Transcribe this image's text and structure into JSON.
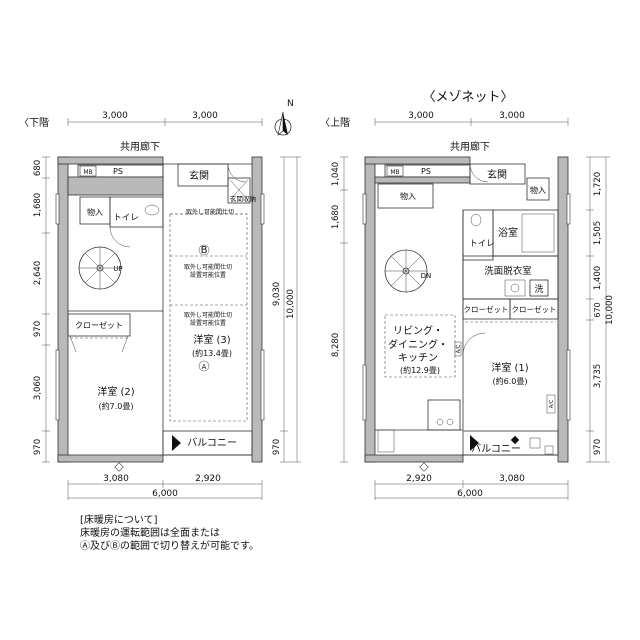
{
  "header": {
    "title": "〈メゾネット〉"
  },
  "lower": {
    "label": "〈下階",
    "corridor": "共用廊下",
    "top_dims": [
      "3,000",
      "3,000"
    ],
    "bottom_dims": [
      "3,080",
      "2,920"
    ],
    "bottom_total": "6,000",
    "left_dims": [
      "680",
      "1,680",
      "2,640",
      "970",
      "3,060",
      "970"
    ],
    "right_dims": [
      "9,030",
      "10,000",
      "970"
    ],
    "mb": "MB",
    "ps": "PS",
    "entrance": "玄関",
    "entrance_storage": "玄関収納",
    "storage": "物入",
    "toilet": "トイレ",
    "stair": "UP",
    "closet": "クローゼット",
    "room2_name": "洋室 (2)",
    "room2_size": "(約7.0畳)",
    "room3_name": "洋室 (3)",
    "room3_size": "(約13.4畳)",
    "partition1": "取外し可能間仕切",
    "partition2": "取外し可能間仕切\n設置可能位置",
    "partition3": "取外し可能間仕切\n設置可能位置",
    "zone_b": "B",
    "zone_a": "A",
    "balcony": "バルコニー"
  },
  "upper": {
    "label": "〈上階",
    "corridor": "共用廊下",
    "top_dims": [
      "3,000",
      "3,000"
    ],
    "bottom_dims": [
      "2,920",
      "3,080"
    ],
    "bottom_total": "6,000",
    "left_dims": [
      "1,040",
      "1,680",
      "8,280"
    ],
    "right_dims": [
      "1,720",
      "1,505",
      "1,400",
      "670",
      "10,000",
      "3,735",
      "970"
    ],
    "mb": "MB",
    "ps": "PS",
    "entrance": "玄関",
    "storage_left": "物入",
    "storage_right": "物入",
    "toilet": "トイレ",
    "bath": "浴室",
    "washroom": "洗面脱衣室",
    "wash": "洗",
    "stair": "DN",
    "closet1": "クローゼット",
    "closet2": "クローゼット",
    "ldk_line1": "リビング・",
    "ldk_line2": "ダイニング・",
    "ldk_line3": "キッチン",
    "ldk_size": "(約12.9畳)",
    "room1_name": "洋室 (1)",
    "room1_size": "(約6.0畳)",
    "balcony": "バルコニー",
    "ac": "A/C"
  },
  "compass": {
    "north": "N"
  },
  "note": {
    "line1": "[床暖房について]",
    "line2": "床暖房の運転範囲は全面または",
    "line3": "Ⓐ及びⒷの範囲で切り替えが可能です。"
  }
}
